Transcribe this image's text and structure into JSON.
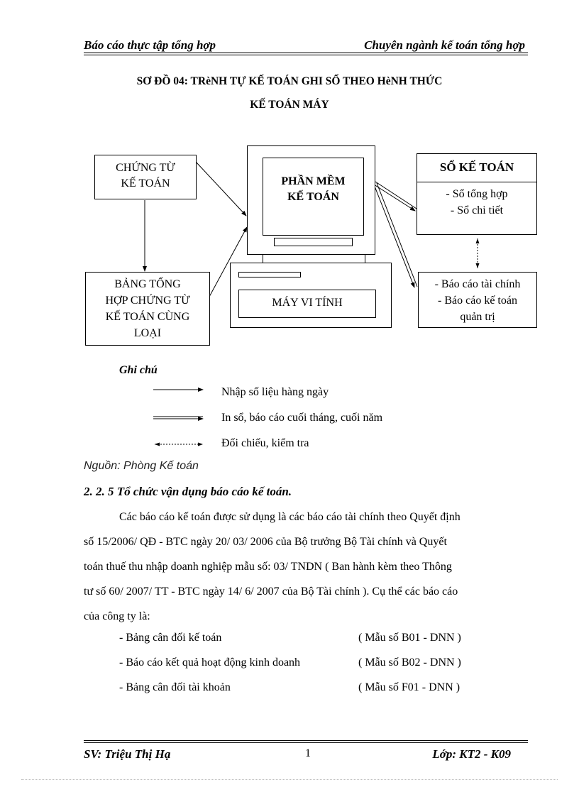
{
  "header": {
    "left": "Báo cáo thực tập tổng hợp",
    "right": "Chuyên ngành kế toán tổng hợp"
  },
  "title": {
    "line1": "SƠ ĐỒ 04: TRèNH TỰ KẾ TOÁN GHI SỔ THEO HèNH THỨC",
    "line2": "KẾ TOÁN MÁY"
  },
  "diagram": {
    "chung_tu": [
      "CHỨNG TỪ",
      "KẾ TOÁN"
    ],
    "bang_tong_hop": [
      "BẢNG TỔNG",
      "HỢP CHỨNG TỪ",
      "KẾ TOÁN CÙNG",
      "LOẠI"
    ],
    "phan_mem": [
      "PHẦN MỀM",
      "KẾ TOÁN"
    ],
    "may_vi_tinh": "MÁY VI TÍNH",
    "so_ke_toan_title": "SỔ KẾ TOÁN",
    "so_ke_toan_items": [
      "- Sổ tổng hợp",
      "- Sổ chi tiết"
    ],
    "bao_cao": [
      "- Báo cáo tài chính",
      "- Báo cáo kế toán",
      "quản trị"
    ]
  },
  "legend": {
    "title": "Ghi chú",
    "items": [
      "Nhập số liệu hàng ngày",
      "In sổ, báo cáo cuối tháng, cuối năm",
      "Đối chiếu, kiểm tra"
    ]
  },
  "source": "Nguồn: Phòng Kế toán",
  "section_heading": "2. 2. 5 Tổ chức vận dụng báo cáo kế toán.",
  "paragraph": [
    "Các báo cáo kế toán được sử dụng là các báo cáo tài chính theo Quyết định",
    "số 15/2006/ QĐ - BTC ngày 20/ 03/ 2006 của Bộ trưởng Bộ Tài chính và Quyết",
    "toán thuế thu nhập doanh nghiệp mẫu số: 03/ TNDN ( Ban hành kèm theo Thông",
    "tư số 60/ 2007/ TT - BTC ngày 14/ 6/ 2007 của Bộ Tài chính ). Cụ thể các báo cáo",
    "của công ty là:"
  ],
  "reports": [
    {
      "name": "- Bảng cân đối kế toán",
      "form": "( Mẫu số B01 - DNN )"
    },
    {
      "name": "- Báo cáo kết quả hoạt động kinh doanh",
      "form": "( Mẫu số B02 - DNN )"
    },
    {
      "name": "- Bảng cân đối tài khoản",
      "form": "( Mẫu số F01 - DNN )"
    }
  ],
  "footer": {
    "left": "SV: Triệu Thị Hạ",
    "page": "1",
    "right": "Lớp: KT2 - K09"
  }
}
